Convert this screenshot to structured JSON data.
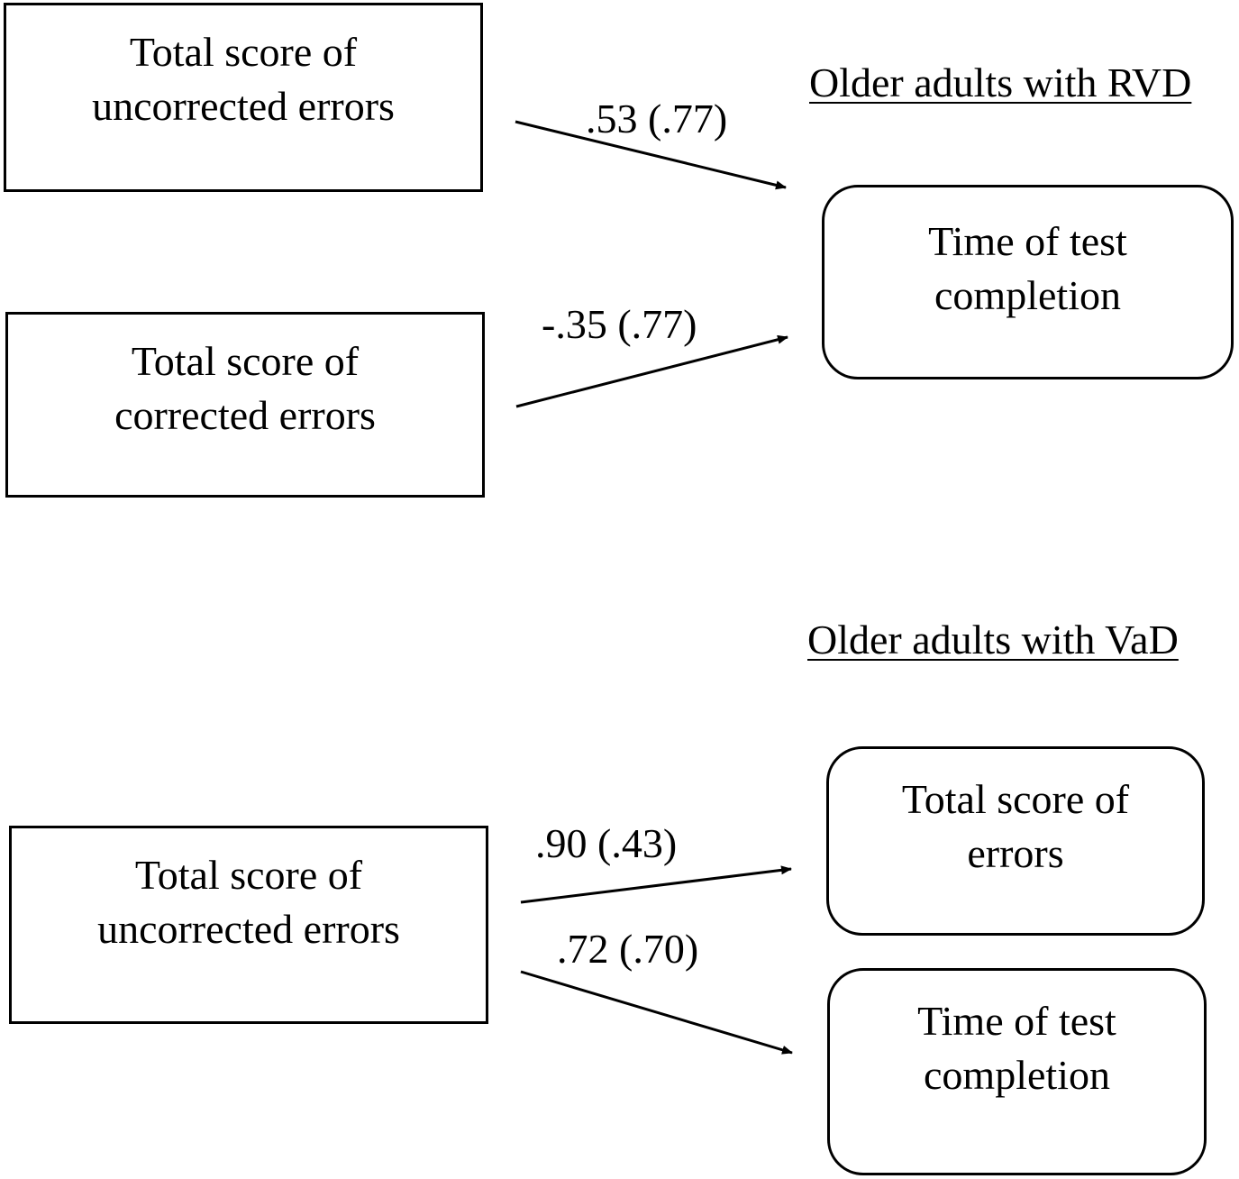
{
  "rvd": {
    "heading": "Older adults with RVD",
    "predictors": [
      {
        "line1": "Total score of",
        "line2": "uncorrected errors"
      },
      {
        "line1": "Total score of",
        "line2": "corrected errors"
      }
    ],
    "outcome": {
      "line1": "Time of test",
      "line2": "completion"
    },
    "paths": [
      {
        "label": ".53 (.77)"
      },
      {
        "label": "-.35 (.77)"
      }
    ]
  },
  "vad": {
    "heading": "Older adults with VaD",
    "predictor": {
      "line1": "Total score of",
      "line2": "uncorrected errors"
    },
    "outcomes": [
      {
        "line1": "Total score of",
        "line2": "errors"
      },
      {
        "line1": "Time of test",
        "line2": "completion"
      }
    ],
    "paths": [
      {
        "label": ".90 (.43)"
      },
      {
        "label": ".72 (.70)"
      }
    ]
  }
}
